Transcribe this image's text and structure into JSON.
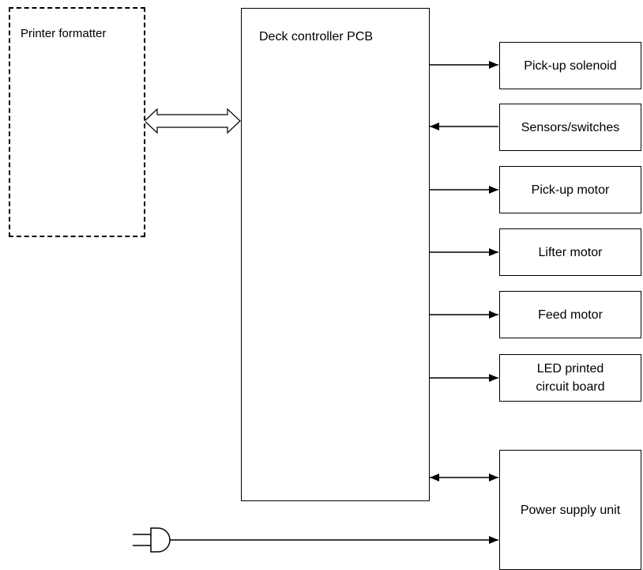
{
  "blocks": {
    "printer_formatter": "Printer formatter",
    "deck_controller": "Deck controller PCB",
    "pickup_solenoid": "Pick-up solenoid",
    "sensors_switches": "Sensors/switches",
    "pickup_motor": "Pick-up motor",
    "lifter_motor": "Lifter motor",
    "feed_motor": "Feed motor",
    "led_pcb_line1": "LED printed",
    "led_pcb_line2": "circuit board",
    "power_supply": "Power supply unit"
  },
  "icons": {
    "plug": "power-plug-icon"
  }
}
